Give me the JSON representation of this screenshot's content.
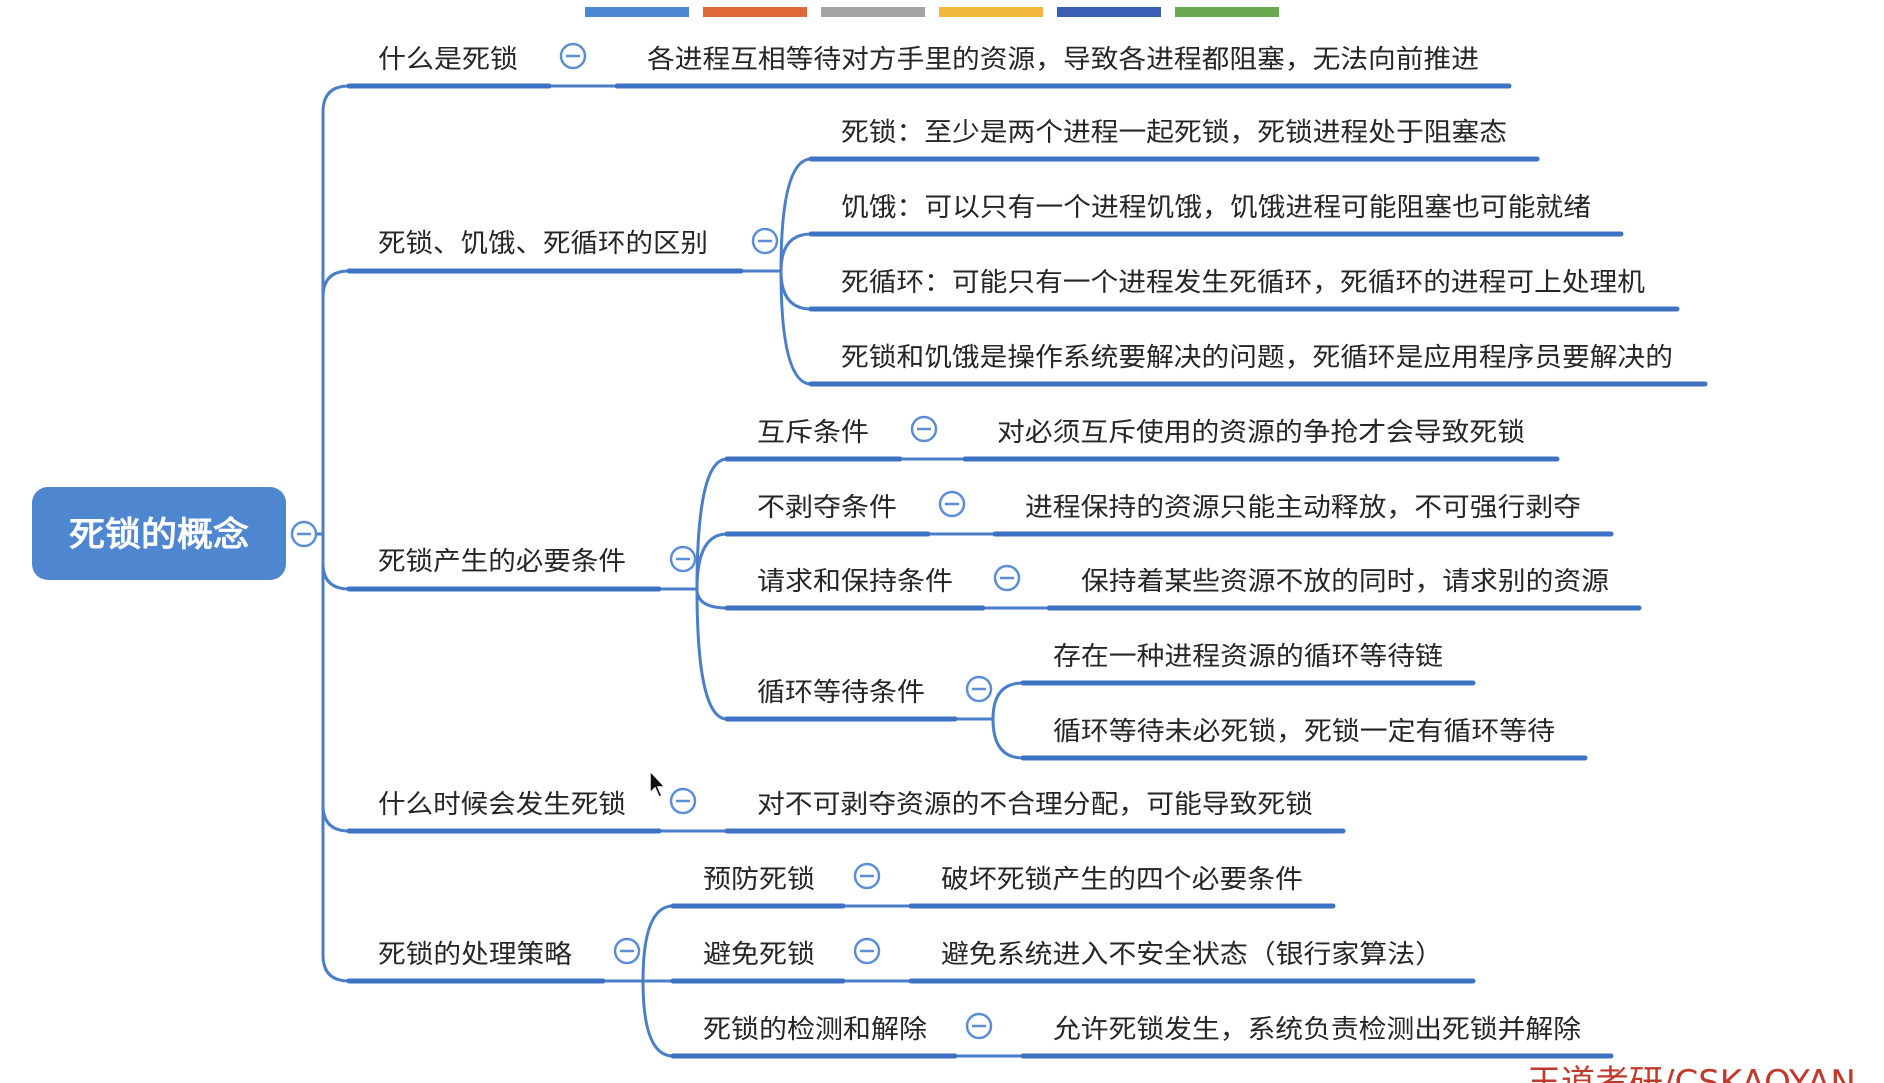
{
  "colors": {
    "connector": "#4a7ec9",
    "underline": "#3f72c2",
    "root_fill": "#4f86d0",
    "collapse_icon": "#5b8ed6",
    "watermark": "#c0392b"
  },
  "palette_strip": [
    "#4b88d1",
    "#e0693a",
    "#a5a5a5",
    "#f2b83b",
    "#3a5fb5",
    "#6aa84f"
  ],
  "root": {
    "label": "死锁的概念"
  },
  "branches": [
    {
      "label": "什么是死锁",
      "children": [
        {
          "label": "各进程互相等待对方手里的资源，导致各进程都阻塞，无法向前推进"
        }
      ]
    },
    {
      "label": "死锁、饥饿、死循环的区别",
      "children": [
        {
          "label": "死锁：至少是两个进程一起死锁，死锁进程处于阻塞态"
        },
        {
          "label": "饥饿：可以只有一个进程饥饿，饥饿进程可能阻塞也可能就绪"
        },
        {
          "label": "死循环：可能只有一个进程发生死循环，死循环的进程可上处理机"
        },
        {
          "label": "死锁和饥饿是操作系统要解决的问题，死循环是应用程序员要解决的"
        }
      ]
    },
    {
      "label": "死锁产生的必要条件",
      "children": [
        {
          "label": "互斥条件",
          "children": [
            {
              "label": "对必须互斥使用的资源的争抢才会导致死锁"
            }
          ]
        },
        {
          "label": "不剥夺条件",
          "children": [
            {
              "label": "进程保持的资源只能主动释放，不可强行剥夺"
            }
          ]
        },
        {
          "label": "请求和保持条件",
          "children": [
            {
              "label": "保持着某些资源不放的同时，请求别的资源"
            }
          ]
        },
        {
          "label": "循环等待条件",
          "children": [
            {
              "label": "存在一种进程资源的循环等待链"
            },
            {
              "label": "循环等待未必死锁，死锁一定有循环等待"
            }
          ]
        }
      ]
    },
    {
      "label": "什么时候会发生死锁",
      "children": [
        {
          "label": "对不可剥夺资源的不合理分配，可能导致死锁"
        }
      ]
    },
    {
      "label": "死锁的处理策略",
      "children": [
        {
          "label": "预防死锁",
          "children": [
            {
              "label": "破坏死锁产生的四个必要条件"
            }
          ]
        },
        {
          "label": "避免死锁",
          "children": [
            {
              "label": "避免系统进入不安全状态（银行家算法）"
            }
          ]
        },
        {
          "label": "死锁的检测和解除",
          "children": [
            {
              "label": "允许死锁发生，系统负责检测出死锁并解除"
            }
          ]
        }
      ]
    }
  ],
  "watermark": "王道考研/CSKAOYAN"
}
